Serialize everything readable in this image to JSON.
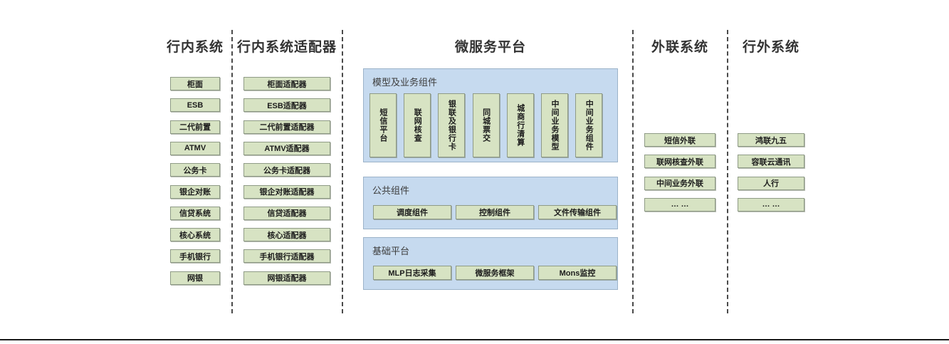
{
  "columns": [
    {
      "id": "internal-systems",
      "title": "行内系统",
      "items": [
        "柜面",
        "ESB",
        "二代前置",
        "ATMV",
        "公务卡",
        "银企对账",
        "信贷系统",
        "核心系统",
        "手机银行",
        "网银"
      ]
    },
    {
      "id": "internal-adapters",
      "title": "行内系统适配器",
      "items": [
        "柜面适配器",
        "ESB适配器",
        "二代前置适配器",
        "ATMV适配器",
        "公务卡适配器",
        "银企对账适配器",
        "信贷适配器",
        "核心适配器",
        "手机银行适配器",
        "网银适配器"
      ]
    },
    {
      "id": "microservice-platform",
      "title": "微服务平台"
    },
    {
      "id": "external-link-systems",
      "title": "外联系统",
      "items": [
        "短信外联",
        "联网核查外联",
        "中间业务外联",
        "… …"
      ]
    },
    {
      "id": "outside-bank-systems",
      "title": "行外系统",
      "items": [
        "鸿联九五",
        "容联云通讯",
        "人行",
        "… …"
      ]
    }
  ],
  "platform": {
    "sections": [
      {
        "id": "model-business-components",
        "label": "模型及业务组件",
        "orientation": "vertical",
        "items": [
          "短信平台",
          "联网核查",
          "银联及银行卡",
          "同城票交",
          "城商行清算",
          "中间业务模型",
          "中间业务组件"
        ]
      },
      {
        "id": "public-components",
        "label": "公共组件",
        "orientation": "horizontal",
        "items": [
          "调度组件",
          "控制组件",
          "文件传输组件"
        ]
      },
      {
        "id": "base-platform",
        "label": "基础平台",
        "orientation": "horizontal",
        "items": [
          "MLP日志采集",
          "微服务框架",
          "Mons监控"
        ]
      }
    ]
  },
  "colors": {
    "node_fill": "#d7e3c3",
    "node_border": "#8f9b86",
    "panel_fill": "#c6daef",
    "panel_border": "#9cb3c9",
    "divider": "#4a4a4a",
    "title_text": "#333333"
  }
}
